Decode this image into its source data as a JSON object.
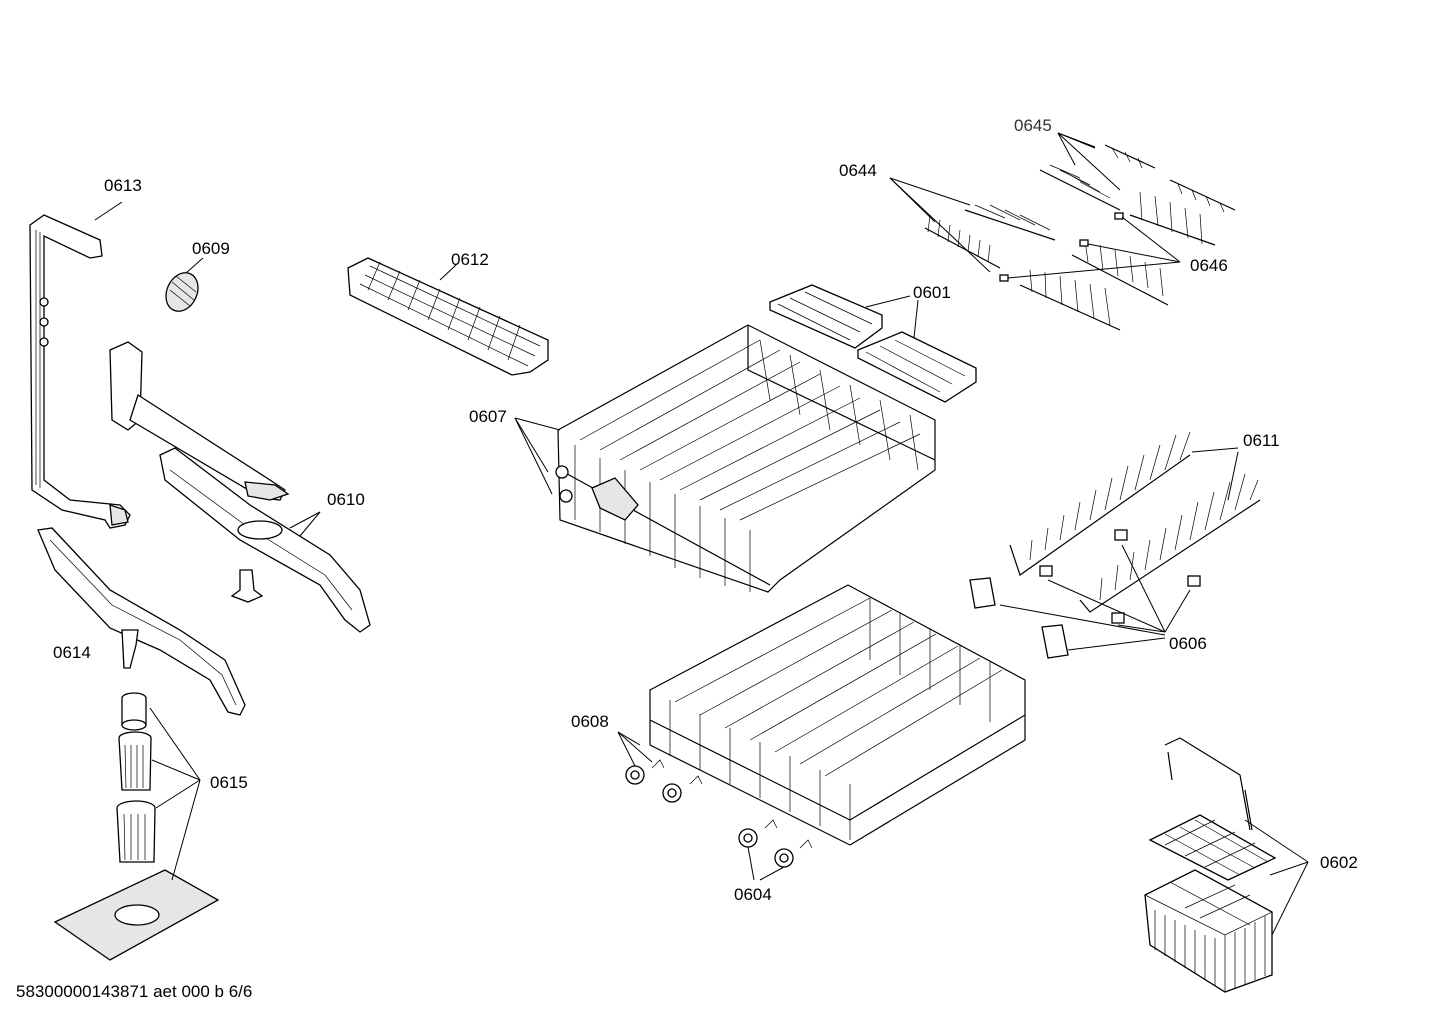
{
  "parts": [
    {
      "id": "p0613",
      "label": "0613"
    },
    {
      "id": "p0609",
      "label": "0609"
    },
    {
      "id": "p0612",
      "label": "0612"
    },
    {
      "id": "p0644",
      "label": "0644"
    },
    {
      "id": "p0645",
      "label": "0645"
    },
    {
      "id": "p0646",
      "label": "0646"
    },
    {
      "id": "p0601",
      "label": "0601"
    },
    {
      "id": "p0607",
      "label": "0607"
    },
    {
      "id": "p0610",
      "label": "0610"
    },
    {
      "id": "p0611",
      "label": "0611"
    },
    {
      "id": "p0614",
      "label": "0614"
    },
    {
      "id": "p0606",
      "label": "0606"
    },
    {
      "id": "p0608",
      "label": "0608"
    },
    {
      "id": "p0615",
      "label": "0615"
    },
    {
      "id": "p0604",
      "label": "0604"
    },
    {
      "id": "p0602",
      "label": "0602"
    }
  ],
  "footer": "58300000143871 aet 000 b 6/6"
}
